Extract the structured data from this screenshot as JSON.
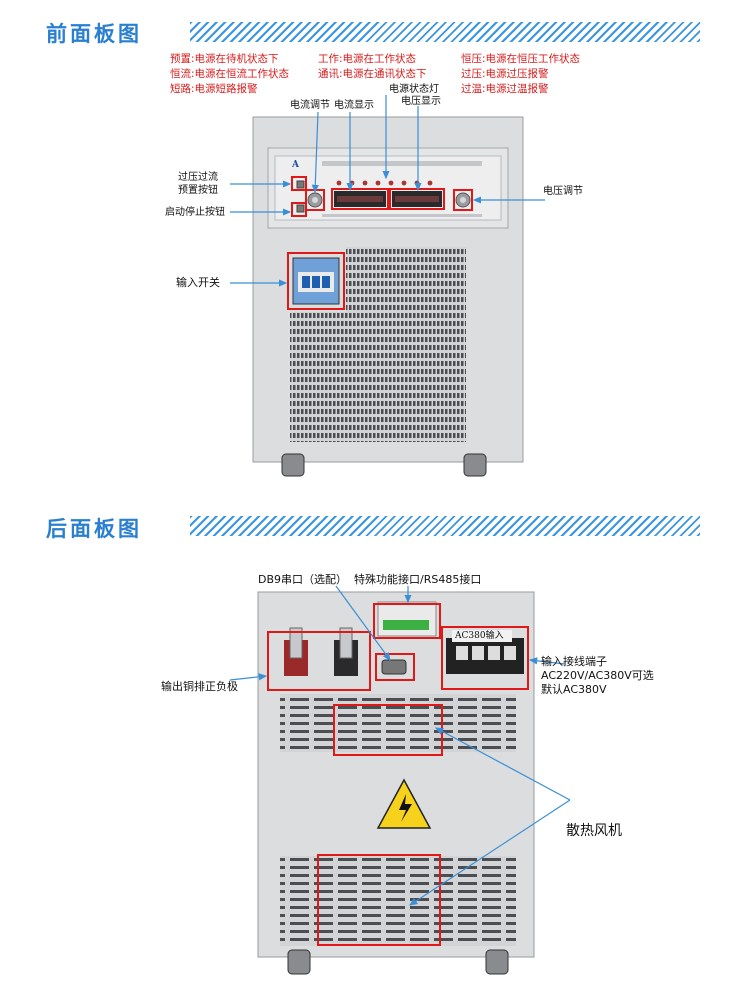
{
  "front": {
    "title": "前面板图",
    "legend": [
      {
        "term": "预置:",
        "desc": "电源在待机状态下"
      },
      {
        "term": "恒流:",
        "desc": "电源在恒流工作状态"
      },
      {
        "term": "短路:",
        "desc": "电源短路报警"
      },
      {
        "term": "工作:",
        "desc": "电源在工作状态"
      },
      {
        "term": "通讯:",
        "desc": "电源在通讯状态下"
      },
      {
        "term": "恒压:",
        "desc": "电源在恒压工作状态"
      },
      {
        "term": "过压:",
        "desc": "电源过压报警"
      },
      {
        "term": "过温:",
        "desc": "电源过温报警"
      }
    ],
    "labels": {
      "current_adjust": "电流调节",
      "current_display": "电流显示",
      "status_led": "电源状态灯",
      "voltage_display": "电压显示",
      "preset_button_1": "过压过流",
      "preset_button_2": "预置按钮",
      "start_stop": "启动停止按钮",
      "voltage_adjust": "电压调节",
      "input_switch": "输入开关"
    }
  },
  "rear": {
    "title": "后面板图",
    "labels": {
      "db9": "DB9串口（选配）",
      "special": "特殊功能接口/RS485接口",
      "output": "输出铜排正负极",
      "input_terminal_1": "输入接线端子",
      "input_terminal_2": "AC220V/AC380V可选",
      "input_terminal_3": "默认AC380V",
      "fan": "散热风机",
      "terminal_plate": "AC380输入"
    }
  },
  "colors": {
    "accent": "#2a7fd0",
    "highlight": "#e01818",
    "legend_text": "#d81b1b",
    "cabinet": "#dcdddf",
    "arrow": "#3a8fd6"
  }
}
